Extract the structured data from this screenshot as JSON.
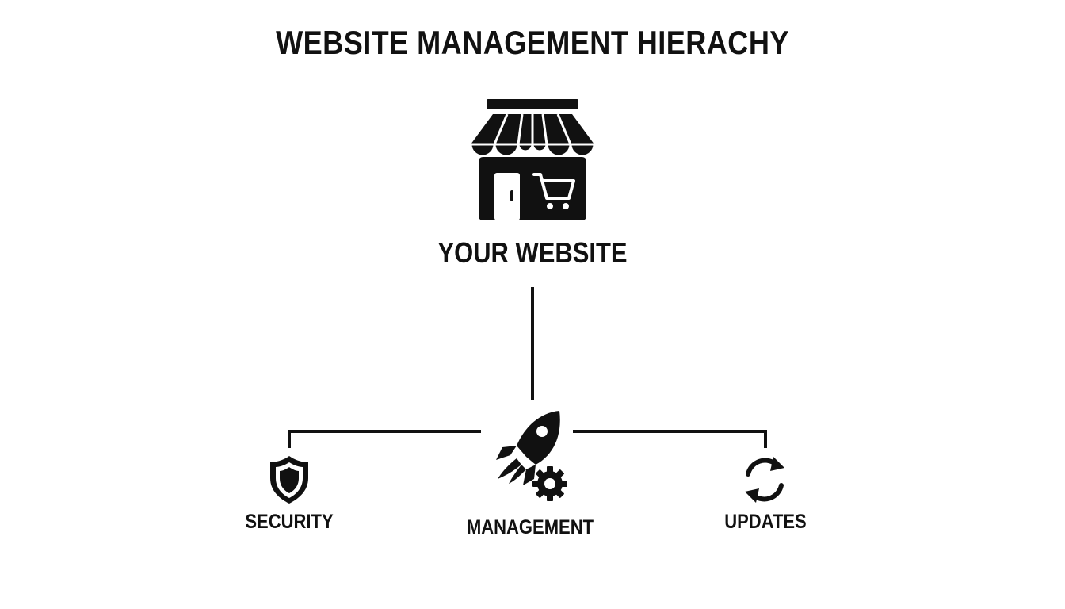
{
  "title": "WEBSITE MANAGEMENT HIERACHY",
  "root": {
    "label": "YOUR WEBSITE",
    "icon": "storefront-icon"
  },
  "children": [
    {
      "label": "SECURITY",
      "icon": "shield-icon"
    },
    {
      "label": "MANAGEMENT",
      "icon": "rocket-gear-icon"
    },
    {
      "label": "UPDATES",
      "icon": "refresh-icon"
    }
  ],
  "colors": {
    "ink": "#111111",
    "background": "#ffffff"
  }
}
